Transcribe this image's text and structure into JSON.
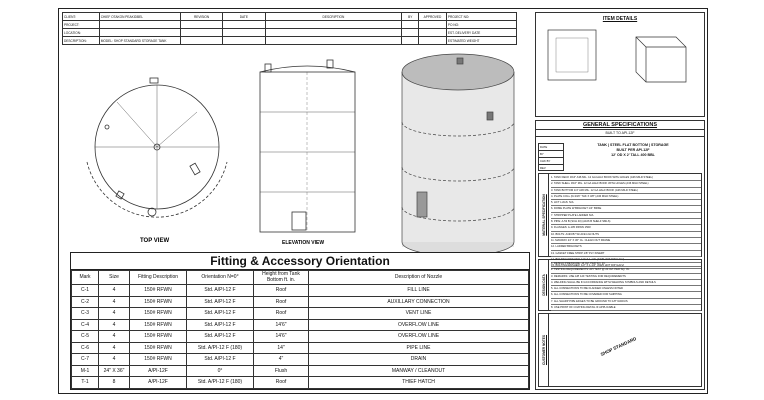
{
  "title_block": {
    "rows": [
      {
        "label": "CLIENT:",
        "value": "CHIEF OTAKON PEAKIDBEL",
        "rev": "REVISION",
        "date": "DATE",
        "desc": "DESCRIPTION",
        "by": "BY",
        "app": "APPROVED",
        "right": "PROJECT NO:"
      },
      {
        "label": "PROJECT:",
        "value": "",
        "right": "PO NO:"
      },
      {
        "label": "LOCATION:",
        "value": "",
        "right": "EST. DELIVERY DATE"
      },
      {
        "label": "DESCRIPTION:",
        "value": "MODEL: SHOP STANDARD STORAGE TANK",
        "right": "ESTIMATED WEIGHT"
      }
    ]
  },
  "views": {
    "top_view": "TOP VIEW",
    "elevation_view": "ELEVATION VIEW"
  },
  "fitting": {
    "title": "Fitting & Accessory Orientation",
    "headers": [
      "Mark",
      "Size",
      "Fitting Description",
      "Orientation N=0°",
      "Height from Tank Bottom ft. in.",
      "Description of Nozzle"
    ],
    "rows": [
      [
        "C-1",
        "4",
        "150# RFWN",
        "Std. A/PI-12 F",
        "Roof",
        "FILL LINE"
      ],
      [
        "C-2",
        "4",
        "150# RFWN",
        "Std. A/PI-12 F",
        "Roof",
        "AUXILLARY CONNECTION"
      ],
      [
        "C-3",
        "4",
        "150# RFWN",
        "Std. A/PI-12 F",
        "Roof",
        "VENT LINE"
      ],
      [
        "C-4",
        "4",
        "150# RFWN",
        "Std. A/PI-12 F",
        "14'6\"",
        "OVERFLOW LINE"
      ],
      [
        "C-5",
        "4",
        "150# RFWN",
        "Std. A/PI-12 F",
        "14'6\"",
        "OVERFLOW LINE"
      ],
      [
        "C-6",
        "4",
        "150# RFWN",
        "Std. A/PI-12 F (180)",
        "14\"",
        "PIPE LINE"
      ],
      [
        "C-7",
        "4",
        "150# RFWN",
        "Std. A/PI-12 F",
        "4\"",
        "DRAIN"
      ],
      [
        "M-1",
        "24\" X 36\"",
        "A/PI-12F",
        "0°",
        "Flush",
        "MANWAY / CLEANOUT"
      ],
      [
        "T-1",
        "8",
        "A/PI-12F",
        "Std. A/PI-12 F (180)",
        "Roof",
        "THIEF HATCH"
      ]
    ]
  },
  "item_details": {
    "title": "ITEM DETAILS"
  },
  "general_specs": {
    "title": "GENERAL SPECIFICATIONS",
    "subtitle": "BUILT TO API-12F",
    "box_rows": [
      "DATE",
      "BY",
      "CHK BY",
      "REV"
    ],
    "heading": [
      "TANK | STEEL FLAT BOTTOM | STORAGE",
      "BUILT PER API-12F",
      "12' OD X 2' TALL 400 BBL"
    ],
    "material_label": "MATERIAL SPECIFICATION",
    "material_notes": [
      "1. TANK DECK 3/16\" A36 MIL. 12 GA HALF BOOK WITH HOLES (A36 MILD STEEL)",
      "2. TANK SHELL 3/16\" MIL. 12 GA HALF BOOK WITH HOLES (A36 MILD STEEL)",
      "3. TANK BOTTOM 1/4\" A36 MIL. 12 GA HALF BOOK (A36 MILD STEEL)",
      "4. PLATE COLL (D-3/16\" THK X 3/8\" (A36 MILD STEEL)",
      "5. LIFT LUGS: N/A",
      "6. DOME PLATE W BRACKET 1/4\" BRKE",
      "7. STRIPPER PLATE LADDER N/A",
      "8. PIPE: A-53 B (SCH 40) (A106 B SHELF SMLS)",
      "9. FLANGES: A-105 RFWN 150#",
      "10. BOLTS: A193 B7 W/ A194 2H NUTS",
      "11. MANWAY 24\" X 36\" CL. CLEAN OUT FRAME",
      "12. LADDER BRACKETS",
      "13. GASKET FREE STRIP 1/8\" PLY INSERT",
      "14. BOLTING/WASHER: 1/2\" X 1-1/4\" (A325 HOT DIP GALV)",
      "15. BOLTING/WASHER: 1/2\" X 1-1/4\" (A325 HOT DIP GALV)"
    ],
    "design_label": "DESIGN DATA",
    "design_notes": [
      "1. DESIGN PRESSURE: 16 OZ. PER SQ. IN.",
      "2. TESTING REQUIREMENTS: API TEST @ 24 OZ. PER SQ. IN.",
      "3. REMARKS: USE API 12F TESTING FOR REQUIREMENTS",
      "4. WELDING SHALL BE IN ACCORDANCE WITH WELDING SYMBOLS AND DETAILS",
      "5. ALL CONNECTIONS TO BE FLANGED UNLESS NOTED",
      "6. ALL CONNECTIONS TO BE COVERED FOR SHIPPING",
      "7. ALL SHARP PIPE EDGES TO BE GROUND TO 1/8\" RADIUS",
      "8. USE PRINT OF COATING DETAIL IF APPLICABLE"
    ],
    "customer_label": "CUSTOMER NOTES",
    "stamp": "SHOP STANDARD"
  }
}
